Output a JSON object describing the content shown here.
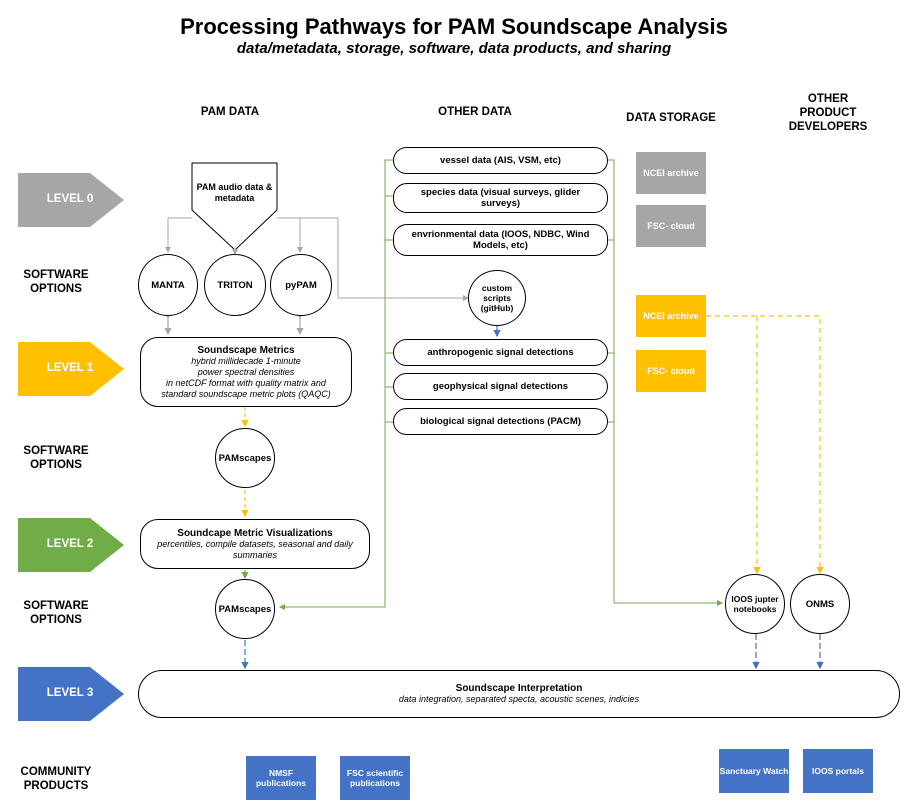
{
  "title": "Processing Pathways for PAM Soundscape Analysis",
  "subtitle": "data/metadata, storage, software, data products, and sharing",
  "columns": {
    "pam_data": "PAM DATA",
    "other_data": "OTHER DATA",
    "data_storage": "DATA STORAGE",
    "other_developers": "OTHER PRODUCT DEVELOPERS"
  },
  "levels": {
    "level0": "LEVEL 0",
    "level1": "LEVEL 1",
    "level2": "LEVEL 2",
    "level3": "LEVEL 3"
  },
  "row_labels": {
    "software_options": "SOFTWARE OPTIONS",
    "community_products": "COMMUNITY PRODUCTS"
  },
  "pam_input": "PAM audio data & metadata",
  "software": {
    "manta": "MANTA",
    "triton": "TRITON",
    "pypam": "pyPAM",
    "pamscapes1": "PAMscapes",
    "pamscapes2": "PAMscapes",
    "custom_scripts": "custom scripts (gitHub)",
    "ioos_notebooks": "IOOS jupter notebooks",
    "onms": "ONMS"
  },
  "level1_box": {
    "heading": "Soundscape Metrics",
    "line1": "hybrid millidecade 1-minute",
    "line2": "power spectral densities",
    "line3": "in netCDF format with quality matrix and",
    "line4": "standard soundscape metric plots (QAQC)"
  },
  "level2_box": {
    "heading": "Soundcape Metric Visualizations",
    "line1": "percentiles, compile datasets, seasonal and daily",
    "line2": "summaries"
  },
  "level3_box": {
    "heading": "Soundscape Interpretation",
    "line1": "data integration, separated specta, acoustic scenes, indicies"
  },
  "other_data": {
    "vessel": "vessel data (AIS, VSM, etc)",
    "species": "species data (visual surveys, glider surveys)",
    "environmental": "envrionmental data (IOOS, NDBC, Wind Models, etc)",
    "anthropogenic": "anthropogenic signal detections",
    "geophysical": "geophysical signal detections",
    "biological": "biological signal detections (PACM)"
  },
  "storage": {
    "ncei0": "NCEI archive",
    "fsc0": "FSC- cloud",
    "ncei1": "NCEI archive",
    "fsc1": "FSC- cloud"
  },
  "products": {
    "nmsf": "NMSF publications",
    "fsc_pubs": "FSC scientific publications",
    "sanctuary": "Sanctuary Watch",
    "ioos_portals": "IOOS portals"
  },
  "colors": {
    "level0": "#a6a6a6",
    "level1": "#ffc000",
    "level2": "#70ad47",
    "level3": "#4472c4",
    "storage_gray": "#a6a6a6",
    "storage_gold": "#ffc000",
    "arrow_gray": "#a6a6a6",
    "arrow_green": "#70ad47",
    "arrow_gold": "#ffc000",
    "arrow_blue": "#4472c4"
  }
}
